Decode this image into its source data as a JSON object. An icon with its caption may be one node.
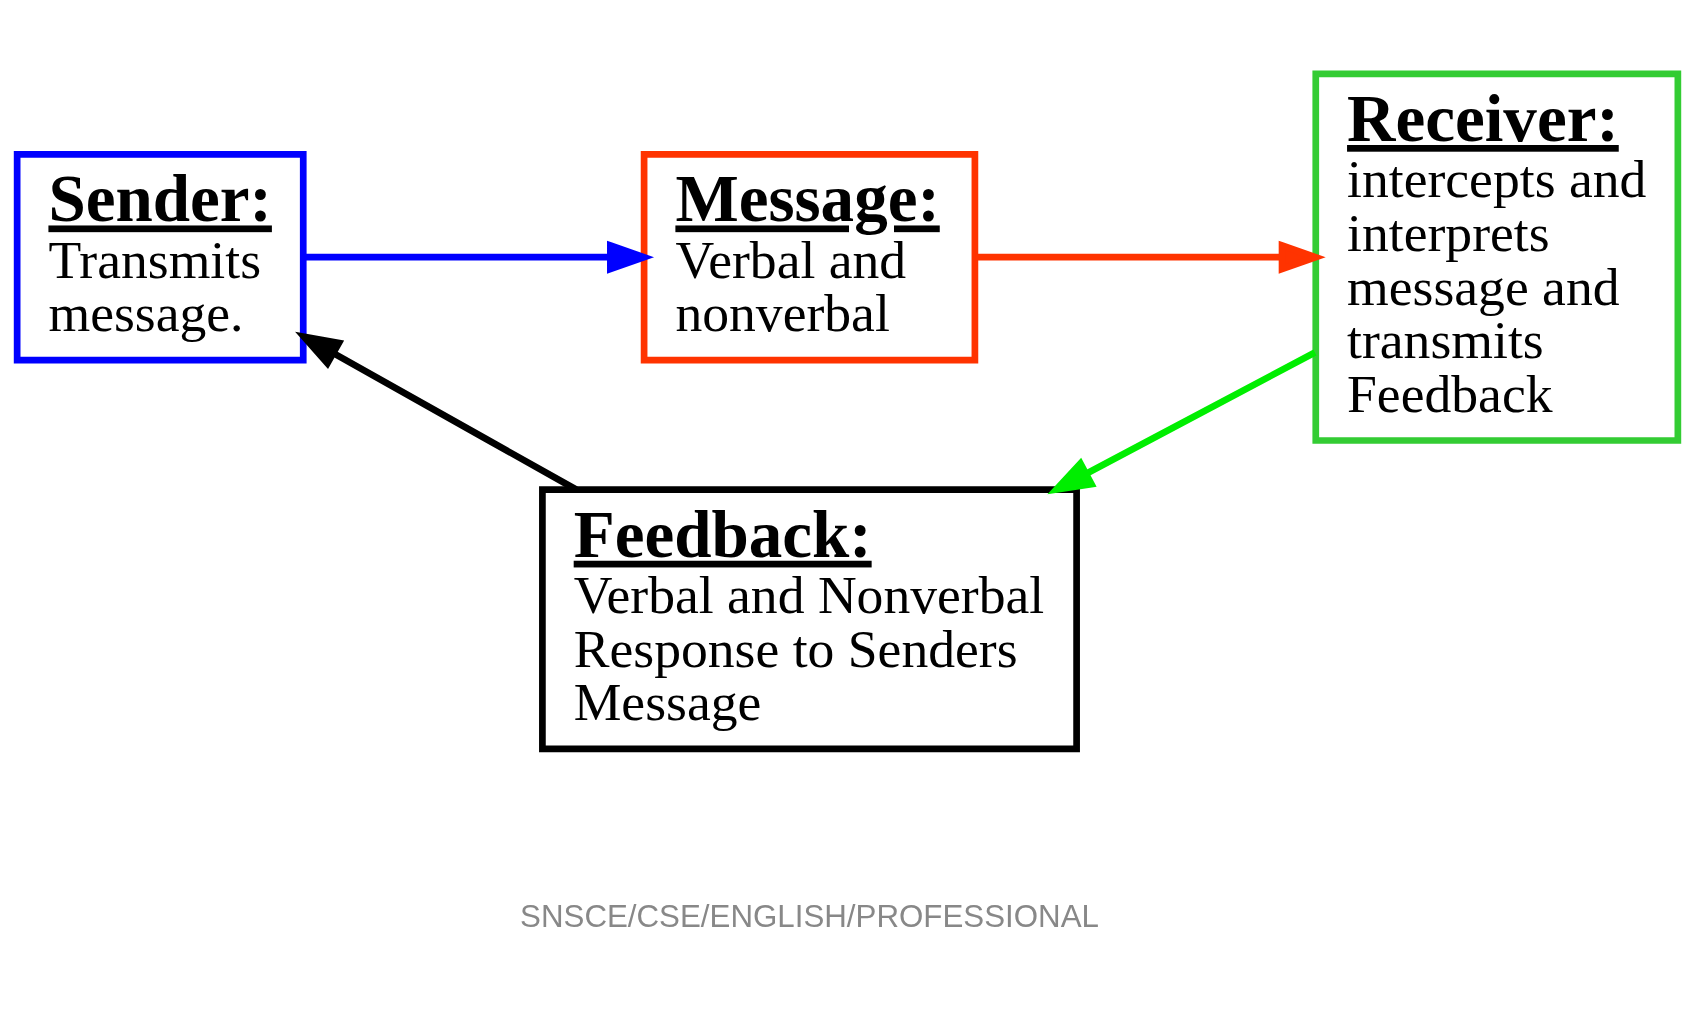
{
  "diagram": {
    "nodes": [
      {
        "text": [
          "Sender:",
          "Transmits message."
        ]
      },
      {
        "text": [
          "Message:",
          "Verbal and nonverbal"
        ]
      },
      {
        "text": [
          "Receiver:",
          "intercepts and interprets message and transmits Feedback"
        ]
      },
      {
        "text": [
          "Feedback:",
          "Verbal and Nonverbal Response to Senders Message"
        ]
      }
    ],
    "edges": [
      {
        "from": 0,
        "to": 1,
        "arrow": "to",
        "color": "#0000ff"
      },
      {
        "from": 1,
        "to": 2,
        "arrow": "to",
        "color": "#ff3300"
      },
      {
        "from": 2,
        "to": 3,
        "arrow": "to",
        "color": "#00ee00"
      },
      {
        "from": 3,
        "to": 0,
        "arrow": "to",
        "color": "#000000"
      }
    ],
    "labels": [
      "SNSCE/CSE/ENGLISH/PROFESSIONAL"
    ]
  }
}
